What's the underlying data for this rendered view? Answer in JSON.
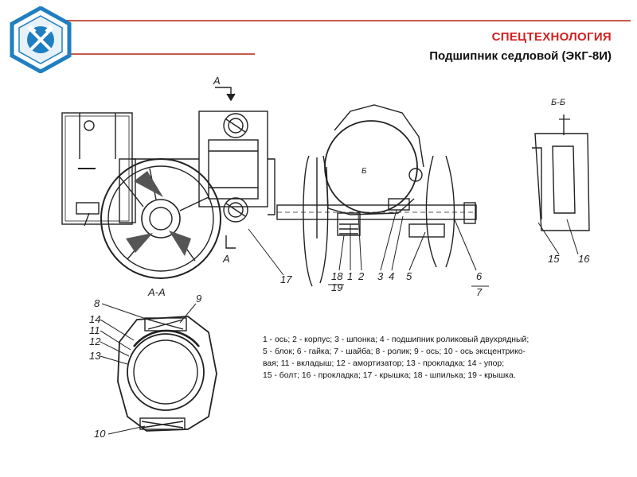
{
  "header": {
    "title": "СПЕЦТЕХНОЛОГИЯ",
    "subtitle": "Подшипник седловой (ЭКГ-8И)",
    "title_color": "#d42020",
    "rule_color": "#c75a4a"
  },
  "logo": {
    "icon": "hammer-pick-emblem-icon",
    "color": "#1f7fc0"
  },
  "drawing": {
    "section_labels": {
      "a_top": "А",
      "a_bottom": "А",
      "aa": "А-А",
      "b_inner": "Б",
      "bb": "Б-Б"
    },
    "callouts": {
      "c17": "17",
      "c18": "18",
      "c19": "19",
      "c1": "1",
      "c2": "2",
      "c3": "3",
      "c4": "4",
      "c5": "5",
      "c6": "6",
      "c7": "7",
      "c8": "8",
      "c9": "9",
      "c14": "14",
      "c11": "11",
      "c12": "12",
      "c13": "13",
      "c10": "10",
      "c15": "15",
      "c16": "16"
    }
  },
  "legend": {
    "l1": "1 - ось; 2 - корпус; 3 - шпонка; 4 - подшипник роликовый двухрядный;",
    "l2": "5 - блок; 6 - гайка; 7 - шайба; 8 - ролик; 9 - ось; 10 - ось эксцентрико-",
    "l3": "вая; 11 - вкладыш; 12 - амортизатор; 13 - прокладка; 14 - упор;",
    "l4": "15 - болт; 16 - прокладка; 17 - крышка; 18 - шпилька; 19 - крышка."
  }
}
